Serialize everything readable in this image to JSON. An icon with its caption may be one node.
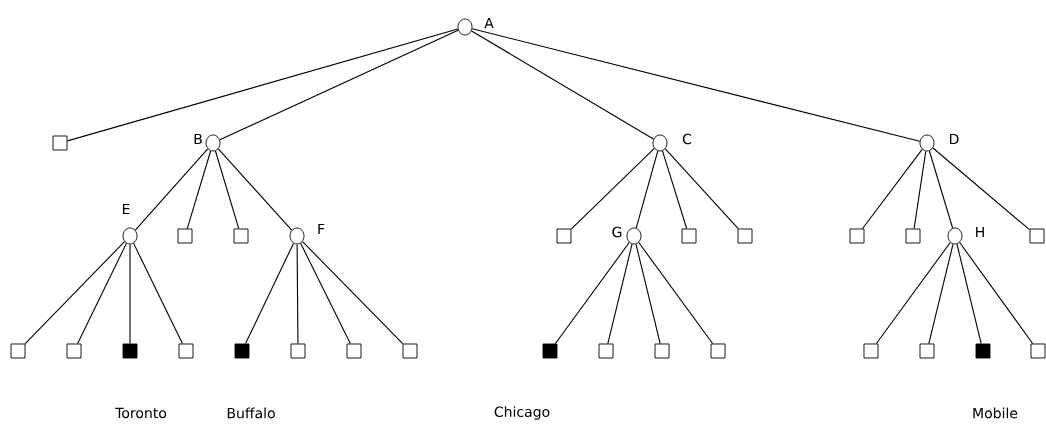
{
  "diagram": {
    "nodes": [
      {
        "text": [
          "A"
        ]
      },
      {
        "text": [],
        "shape": "box"
      },
      {
        "text": [
          "B"
        ]
      },
      {
        "text": [
          "C"
        ]
      },
      {
        "text": [
          "D"
        ]
      },
      {
        "text": [
          "E"
        ]
      },
      {
        "text": [],
        "shape": "box"
      },
      {
        "text": [],
        "shape": "box"
      },
      {
        "text": [
          "F"
        ]
      },
      {
        "text": [],
        "shape": "box"
      },
      {
        "text": [
          "G"
        ]
      },
      {
        "text": [],
        "shape": "box"
      },
      {
        "text": [],
        "shape": "box"
      },
      {
        "text": [],
        "shape": "box"
      },
      {
        "text": [],
        "shape": "box"
      },
      {
        "text": [
          "H"
        ]
      },
      {
        "text": [],
        "shape": "box"
      },
      {
        "text": [],
        "shape": "box"
      },
      {
        "text": [],
        "shape": "box"
      },
      {
        "text": [],
        "shape": "block",
        "beside": [
          "Toronto"
        ]
      },
      {
        "text": [],
        "shape": "box"
      },
      {
        "text": [],
        "shape": "block",
        "beside": [
          "Buffalo"
        ]
      },
      {
        "text": [],
        "shape": "box"
      },
      {
        "text": [],
        "shape": "box"
      },
      {
        "text": [],
        "shape": "box"
      },
      {
        "text": [],
        "shape": "block",
        "beside": [
          "Chicago"
        ]
      },
      {
        "text": [],
        "shape": "box"
      },
      {
        "text": [],
        "shape": "box"
      },
      {
        "text": [],
        "shape": "box"
      },
      {
        "text": [],
        "shape": "box"
      },
      {
        "text": [],
        "shape": "box"
      },
      {
        "text": [],
        "shape": "block",
        "beside": [
          "Mobile"
        ]
      },
      {
        "text": [],
        "shape": "box"
      }
    ],
    "edges": [
      {
        "from": 0,
        "to": 1,
        "arrow": "none"
      },
      {
        "from": 0,
        "to": 2,
        "arrow": "none"
      },
      {
        "from": 0,
        "to": 3,
        "arrow": "none"
      },
      {
        "from": 0,
        "to": 4,
        "arrow": "none"
      },
      {
        "from": 2,
        "to": 5,
        "arrow": "none"
      },
      {
        "from": 2,
        "to": 6,
        "arrow": "none"
      },
      {
        "from": 2,
        "to": 7,
        "arrow": "none"
      },
      {
        "from": 2,
        "to": 8,
        "arrow": "none"
      },
      {
        "from": 3,
        "to": 9,
        "arrow": "none"
      },
      {
        "from": 3,
        "to": 10,
        "arrow": "none"
      },
      {
        "from": 3,
        "to": 11,
        "arrow": "none"
      },
      {
        "from": 3,
        "to": 12,
        "arrow": "none"
      },
      {
        "from": 4,
        "to": 13,
        "arrow": "none"
      },
      {
        "from": 4,
        "to": 14,
        "arrow": "none"
      },
      {
        "from": 4,
        "to": 15,
        "arrow": "none"
      },
      {
        "from": 4,
        "to": 16,
        "arrow": "none"
      },
      {
        "from": 5,
        "to": 17,
        "arrow": "none"
      },
      {
        "from": 5,
        "to": 18,
        "arrow": "none"
      },
      {
        "from": 5,
        "to": 19,
        "arrow": "none"
      },
      {
        "from": 5,
        "to": 20,
        "arrow": "none"
      },
      {
        "from": 8,
        "to": 21,
        "arrow": "none"
      },
      {
        "from": 8,
        "to": 22,
        "arrow": "none"
      },
      {
        "from": 8,
        "to": 23,
        "arrow": "none"
      },
      {
        "from": 8,
        "to": 24,
        "arrow": "none"
      },
      {
        "from": 10,
        "to": 25,
        "arrow": "none"
      },
      {
        "from": 10,
        "to": 26,
        "arrow": "none"
      },
      {
        "from": 10,
        "to": 27,
        "arrow": "none"
      },
      {
        "from": 10,
        "to": 28,
        "arrow": "none"
      },
      {
        "from": 15,
        "to": 29,
        "arrow": "none"
      },
      {
        "from": 15,
        "to": 30,
        "arrow": "none"
      },
      {
        "from": 15,
        "to": 31,
        "arrow": "none"
      },
      {
        "from": 15,
        "to": 32,
        "arrow": "none"
      }
    ]
  }
}
